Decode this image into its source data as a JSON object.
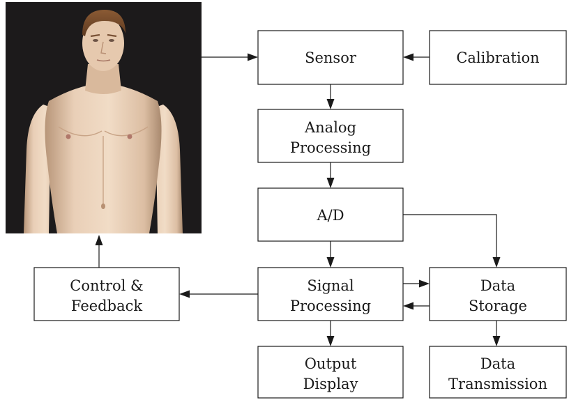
{
  "diagram": {
    "boxes": {
      "sensor": [
        "Sensor"
      ],
      "calibration": [
        "Calibration"
      ],
      "analog": [
        "Analog",
        "Processing"
      ],
      "ad": [
        "A/D"
      ],
      "signal": [
        "Signal",
        "Processing"
      ],
      "storage": [
        "Data",
        "Storage"
      ],
      "control": [
        "Control &",
        "Feedback"
      ],
      "output": [
        "Output",
        "Display"
      ],
      "transmission": [
        "Data",
        "Transmission"
      ]
    },
    "colors": {
      "stroke": "#1a1a1a",
      "photo_background": "#1c1a1b",
      "skin": "#e7cbb1"
    },
    "image": {
      "subject": "human-torso-figure"
    }
  }
}
